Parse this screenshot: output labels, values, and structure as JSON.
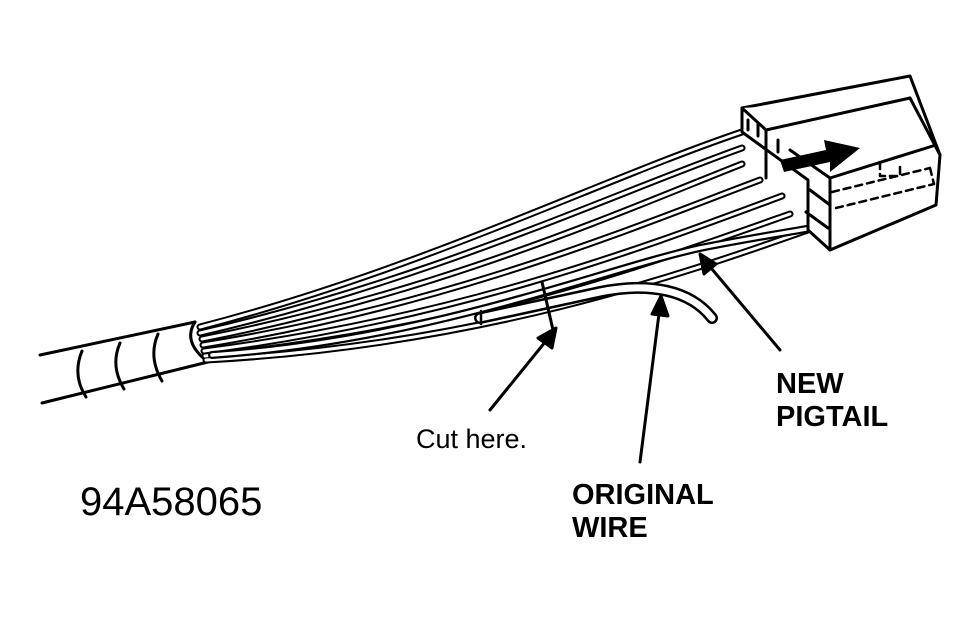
{
  "labels": {
    "cut": "Cut here.",
    "original_wire": [
      "ORIGINAL",
      "WIRE"
    ],
    "new_pigtail": [
      "NEW",
      "PIGTAIL"
    ],
    "figure_id": "94A58065"
  },
  "colors": {
    "ink": "#000000",
    "paper": "#ffffff"
  }
}
